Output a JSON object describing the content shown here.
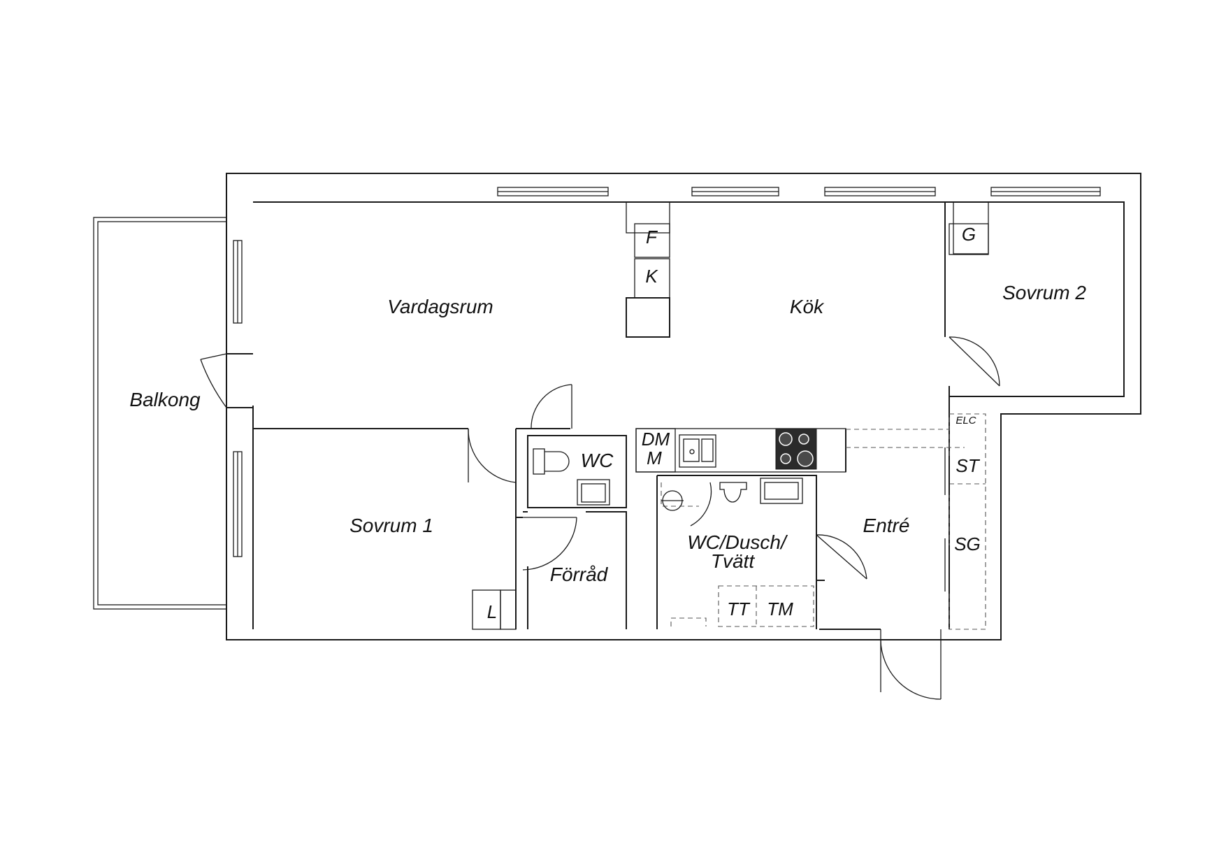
{
  "rooms": {
    "balkong": "Balkong",
    "vardagsrum": "Vardagsrum",
    "kok": "Kök",
    "sovrum2": "Sovrum 2",
    "sovrum1": "Sovrum 1",
    "wc": "WC",
    "forrad": "Förråd",
    "wc_dusch_line1": "WC/Dusch/",
    "wc_dusch_line2": "Tvätt",
    "entre": "Entré"
  },
  "fixtures": {
    "f": "F",
    "k": "K",
    "g": "G",
    "dm": "DM",
    "m": "M",
    "l": "L",
    "tt": "TT",
    "tm": "TM",
    "elc": "ELC",
    "st": "ST",
    "sg": "SG"
  }
}
